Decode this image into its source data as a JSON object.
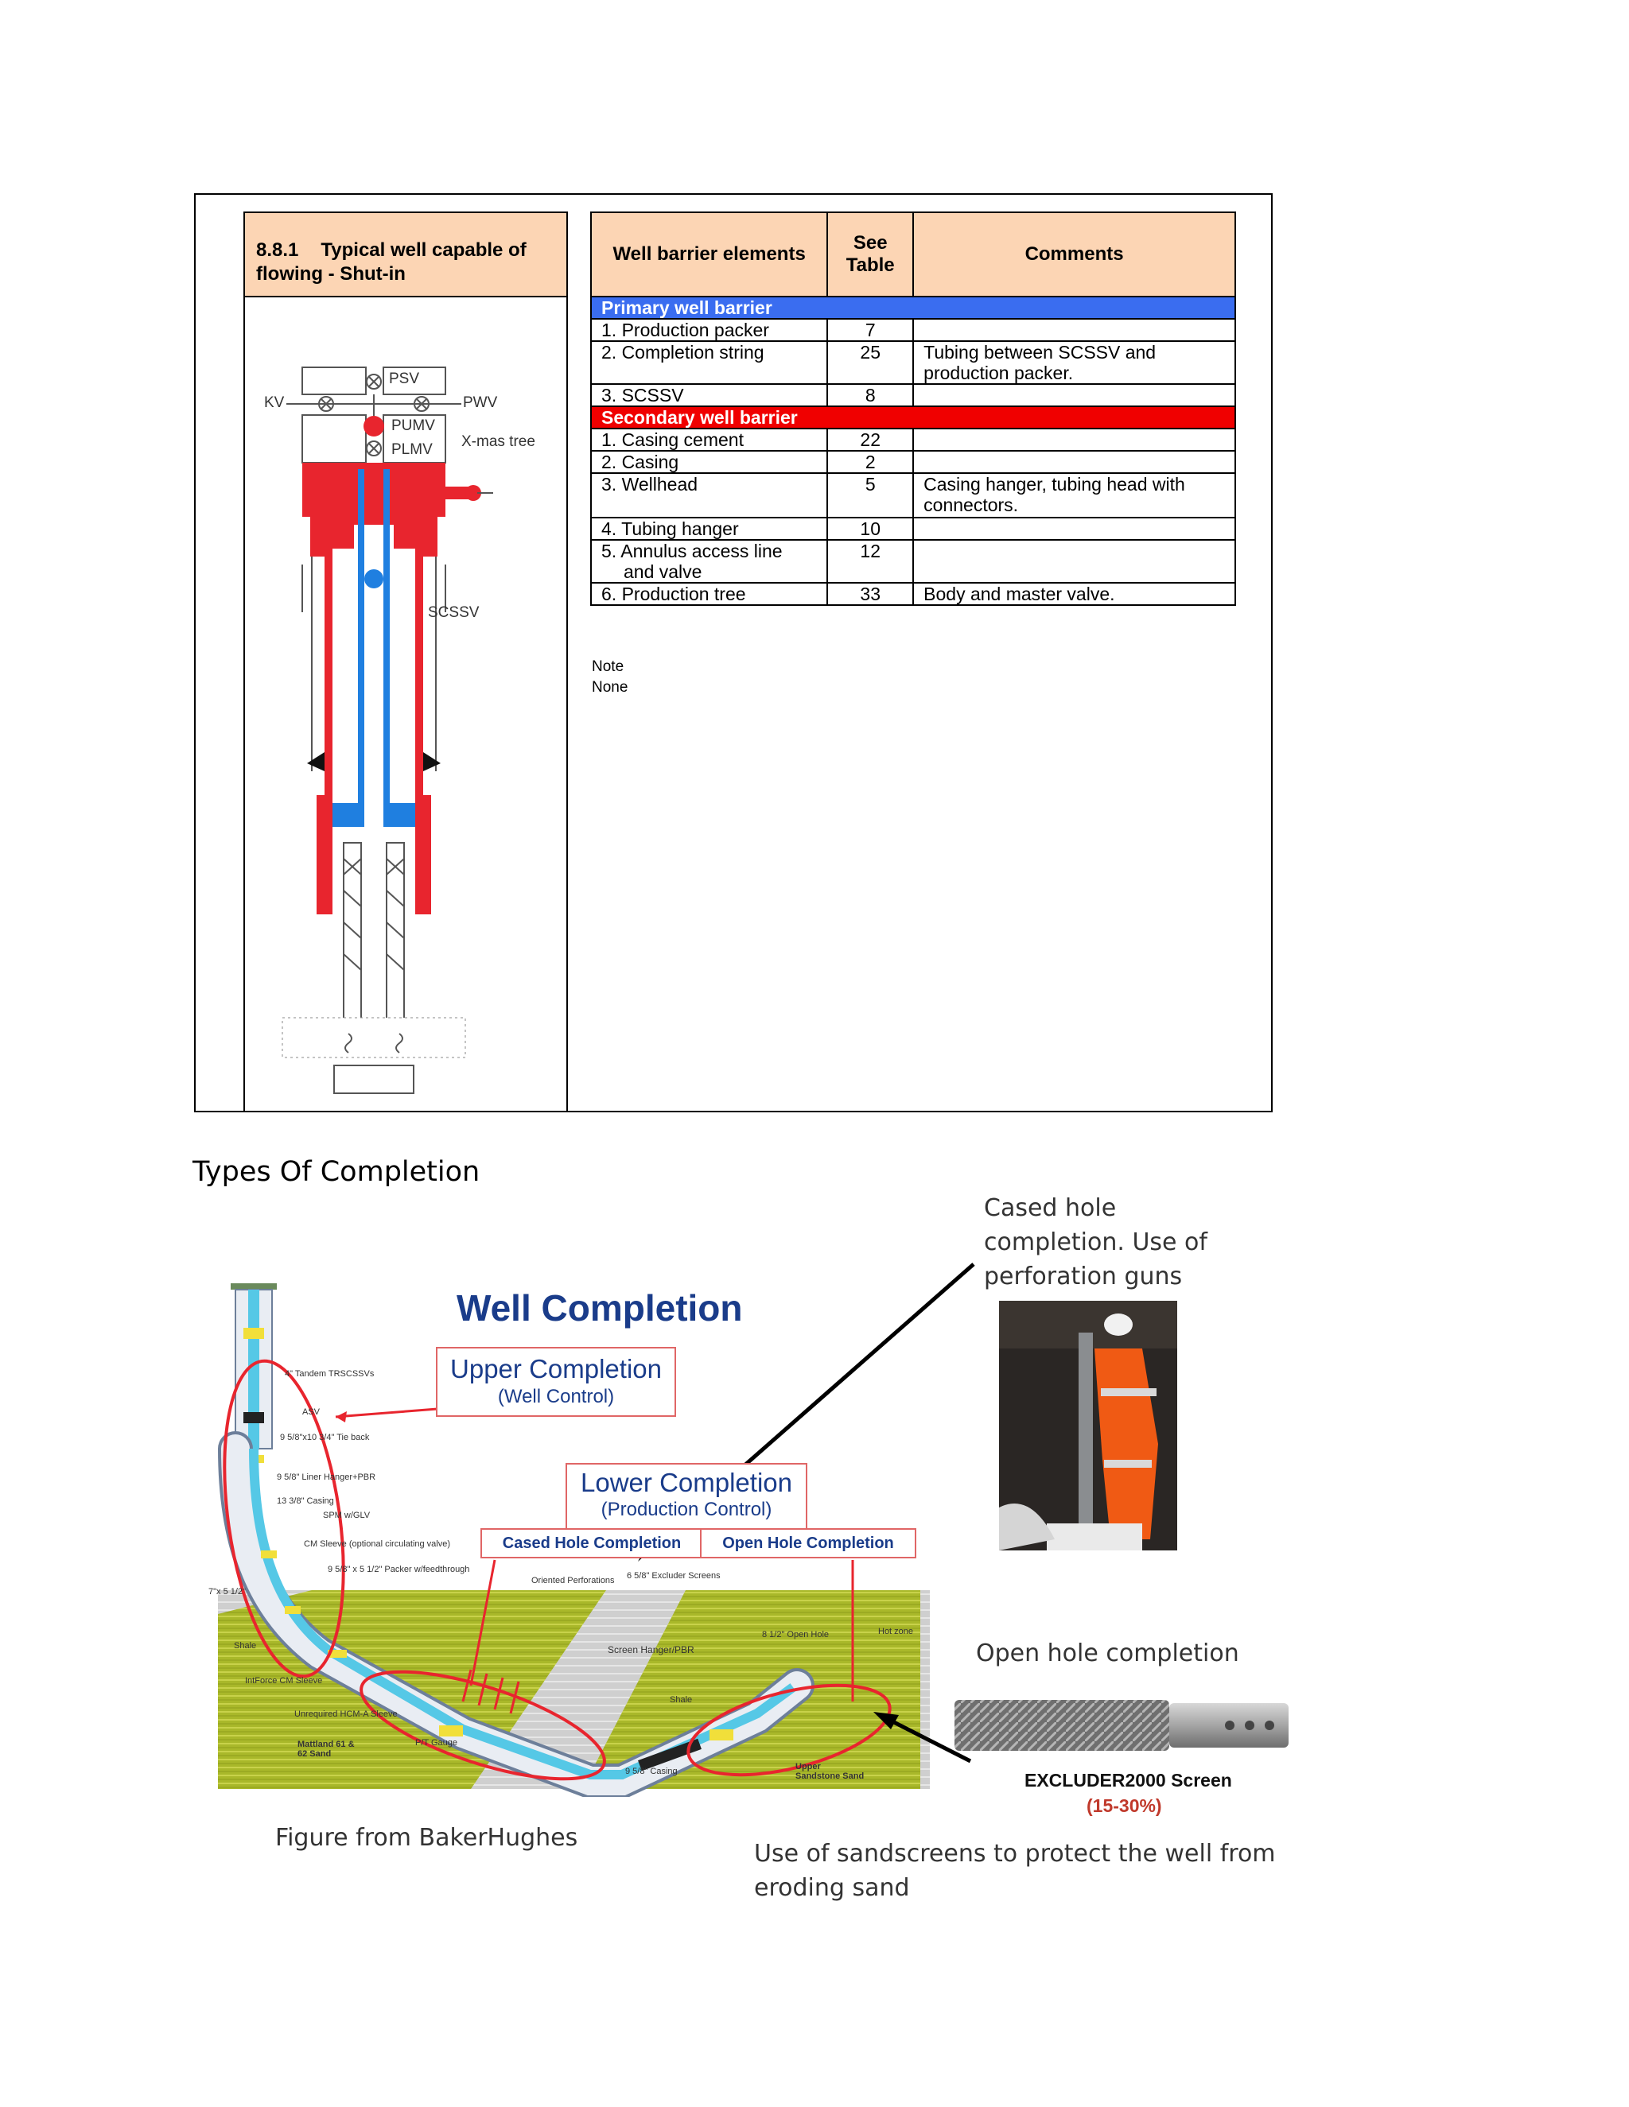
{
  "barrier_section": {
    "title_number": "8.8.1",
    "title_text": "Typical well capable of flowing - Shut-in",
    "diagram_labels": {
      "psv": "PSV",
      "kv": "KV",
      "pwv": "PWV",
      "pumv": "PUMV",
      "plmv": "PLMV",
      "xmas_tree": "X-mas tree",
      "scssv": "SCSSV"
    },
    "table": {
      "headers": [
        "Well barrier elements",
        "See Table",
        "Comments"
      ],
      "primary_label": "Primary well barrier",
      "primary_rows": [
        {
          "element": "1.  Production packer",
          "table": "7",
          "comment": ""
        },
        {
          "element": "2.  Completion string",
          "table": "25",
          "comment": "Tubing between SCSSV and production packer."
        },
        {
          "element": "3.  SCSSV",
          "table": "8",
          "comment": ""
        }
      ],
      "secondary_label": "Secondary well barrier",
      "secondary_rows": [
        {
          "element": "1.  Casing cement",
          "table": "22",
          "comment": ""
        },
        {
          "element": "2.  Casing",
          "table": "2",
          "comment": ""
        },
        {
          "element": "3.  Wellhead",
          "table": "5",
          "comment": "Casing hanger, tubing head with connectors."
        },
        {
          "element": "4.  Tubing hanger",
          "table": "10",
          "comment": ""
        },
        {
          "element": "5.  Annulus access line and valve",
          "table": "12",
          "comment": ""
        },
        {
          "element": "6.  Production tree",
          "table": "33",
          "comment": "Body and master valve."
        }
      ]
    },
    "note_label": "Note",
    "note_text": "None"
  },
  "completion_section": {
    "heading": "Types Of Completion",
    "figure_title": "Well Completion",
    "upper_completion": "Upper Completion",
    "upper_sub": "(Well Control)",
    "lower_completion": "Lower Completion",
    "lower_sub": "(Production Control)",
    "cased_hole_tab": "Cased Hole Completion",
    "open_hole_tab": "Open Hole Completion",
    "cased_caption": "Cased hole completion.  Use of perforation guns",
    "open_caption": "Open hole completion",
    "screen_name": "EXCLUDER2000 Screen",
    "screen_pct": "(15-30%)",
    "figure_credit": "Figure from BakerHughes",
    "sandscreen_caption": "Use of sandscreens to protect the well from eroding sand",
    "small_labels": {
      "trscssv": "4\" Tandem TRSCSSVs",
      "asv": "ASV",
      "tieback": "9 5/8\"x10 3/4\" Tie back",
      "liner": "9 5/8\" Liner Hanger+PBR",
      "casing": "13 3/8\" Casing",
      "spm": "SPM w/GLV",
      "cm_sleeve": "CM Sleeve (optional circulating valve)",
      "packer": "9 5/8\" x 5 1/2\" Packer w/feedthrough",
      "oriented": "Oriented Perforations",
      "excluder_screens": "6 5/8\" Excluder Screens",
      "size": "7\"x 5 1/2\"",
      "shale1": "Shale",
      "interval": "IntForce CM Sleeve",
      "unrequired": "Unrequired HCM-A Sleeve",
      "sand": "Mattland 61 & 62 Sand",
      "ptgauge": "P/T Gauge",
      "screen_hanger": "Screen Hanger/PBR",
      "shale2": "Shale",
      "openhole": "8 1/2\" Open Hole",
      "hot_zone": "Hot zone",
      "casing958": "9 5/8\" Casing",
      "upper_sand": "Upper Sandstone Sand"
    }
  }
}
